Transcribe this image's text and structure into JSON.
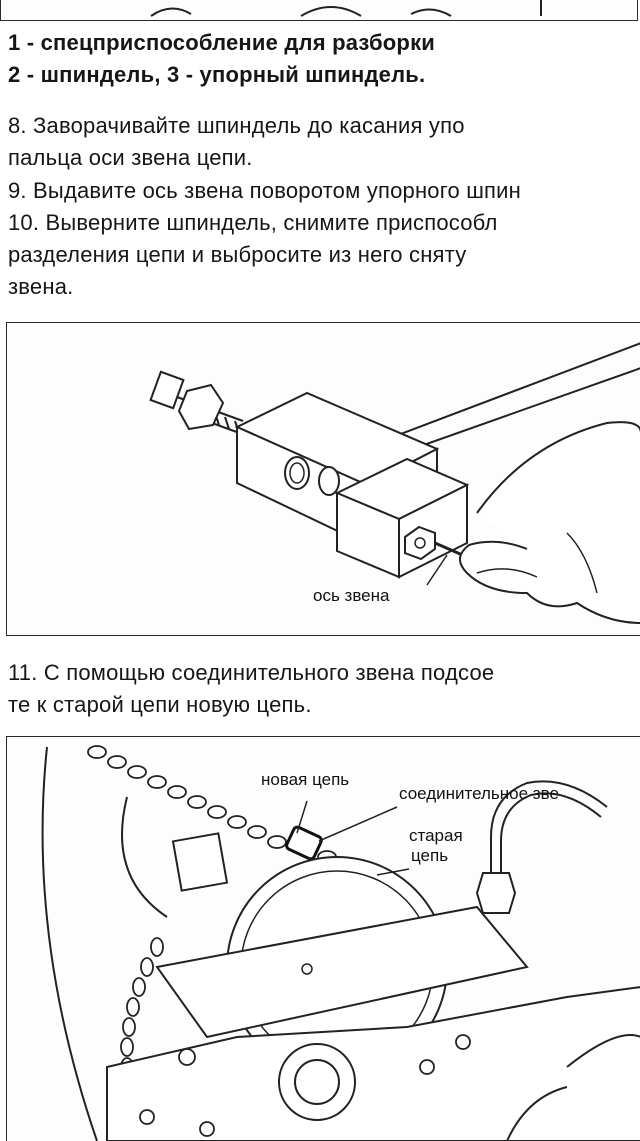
{
  "caption": {
    "line1": "1  -  спецприспособление  для  разборки",
    "line2": "2 - шпиндель, 3 - упорный шпиндель."
  },
  "steps": {
    "s8_l1": "8. Заворачивайте шпиндель до касания упо",
    "s8_l2": "пальца оси звена цепи.",
    "s9_l1": "9. Выдавите ось звена поворотом упорного шпин",
    "s10_l1": "10. Выверните шпиндель, снимите приспособл",
    "s10_l2": "разделения цепи и выбросите из него сняту",
    "s10_l3": "звена.",
    "s11_l1": "11. С помощью соединительного звена подсое",
    "s11_l2": "те к старой цепи новую цепь."
  },
  "figure1": {
    "label_axis": "ось звена"
  },
  "figure2": {
    "label_new_chain": "новая цепь",
    "label_connecting_link": "соединительное зве",
    "label_old_chain_1": "старая",
    "label_old_chain_2": "цепь"
  }
}
